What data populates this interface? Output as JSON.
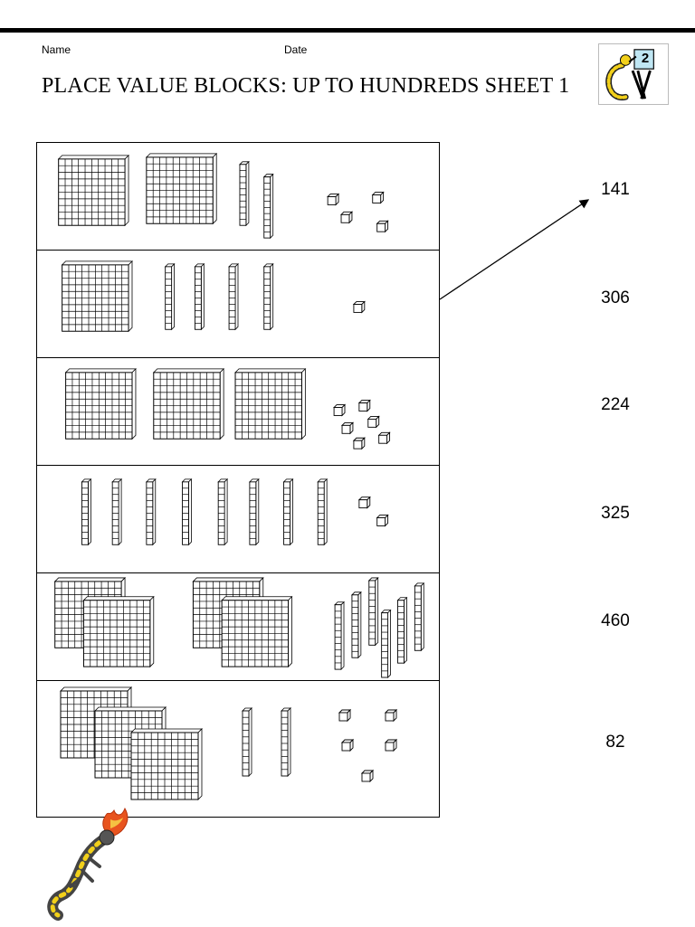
{
  "header": {
    "name_label": "Name",
    "date_label": "Date",
    "title": "PLACE VALUE BLOCKS: UP TO HUNDREDS SHEET 1",
    "badge": "2",
    "accent_color": "#2f5b96",
    "rule_color": "#000000"
  },
  "rows": [
    {
      "hundreds": 2,
      "tens": 2,
      "ones": 4
    },
    {
      "hundreds": 1,
      "tens": 4,
      "ones": 1
    },
    {
      "hundreds": 3,
      "tens": 0,
      "ones": 6
    },
    {
      "hundreds": 0,
      "tens": 8,
      "ones": 2
    },
    {
      "hundreds": 4,
      "tens": 6,
      "ones": 0
    },
    {
      "hundreds": 3,
      "tens": 2,
      "ones": 5
    }
  ],
  "answers": [
    "141",
    "306",
    "224",
    "325",
    "460",
    "82"
  ],
  "matching_example": {
    "from_row": 2,
    "to_answer": 1
  },
  "icons": {
    "logo": "salamander-easel-logo-icon",
    "mascot": "fire-salamander-icon",
    "hundred_block": "hundred-flat-icon",
    "ten_rod": "ten-rod-icon",
    "unit_cube": "unit-cube-icon"
  }
}
